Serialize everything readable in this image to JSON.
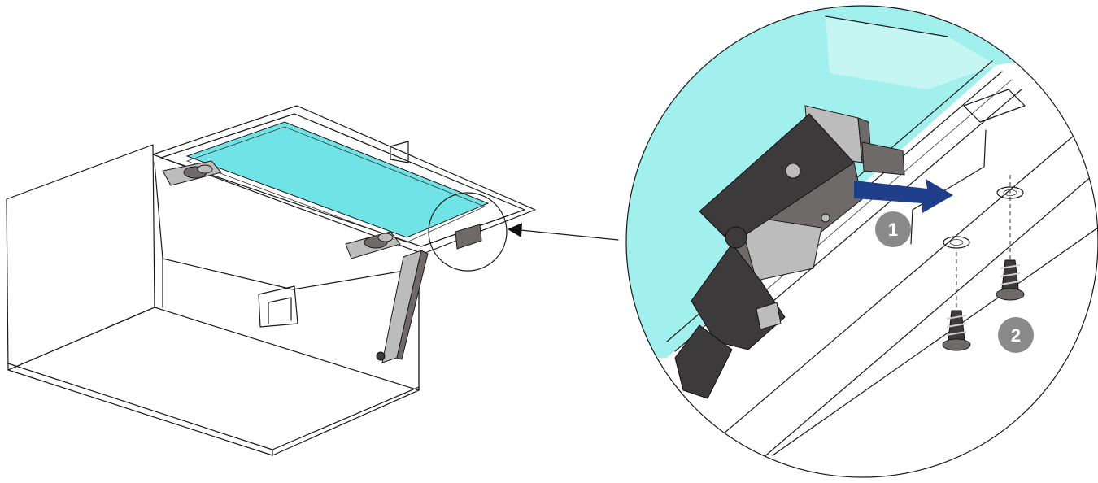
{
  "steps": [
    {
      "label": "1"
    },
    {
      "label": "2"
    }
  ],
  "colors": {
    "glass": "#6fe3e6",
    "arrow": "#1f3f8a",
    "step_badge": "#8a8a8a",
    "metal": "#6e6a6a"
  },
  "icons": [
    "cabinet-drawing",
    "detail-callout-circle",
    "pointer-arrow",
    "direction-arrow",
    "screw-icon"
  ]
}
